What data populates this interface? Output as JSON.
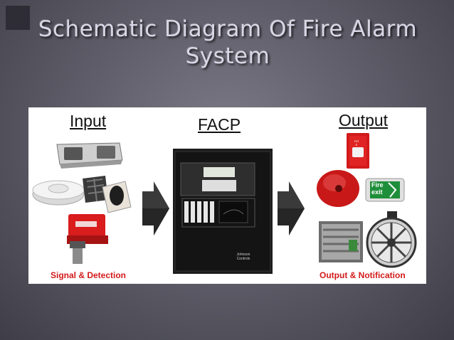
{
  "slide": {
    "title_line1": "Schematic Diagram Of Fire Alarm",
    "title_line2": "System"
  },
  "diagram": {
    "input": {
      "heading": "Input",
      "caption": "Signal & Detection"
    },
    "facp": {
      "heading": "FACP",
      "brand_line1": "Johnson",
      "brand_line2": "Controls"
    },
    "output": {
      "heading": "Output",
      "caption": "Output & Notification",
      "exit_sign_line1": "Fire",
      "exit_sign_line2": "exit"
    },
    "strobe_text": "FIRE"
  },
  "colors": {
    "caption_red": "#d21a1a",
    "arrow_dark": "#3a3a3a",
    "panel_black": "#1c1c1c"
  }
}
